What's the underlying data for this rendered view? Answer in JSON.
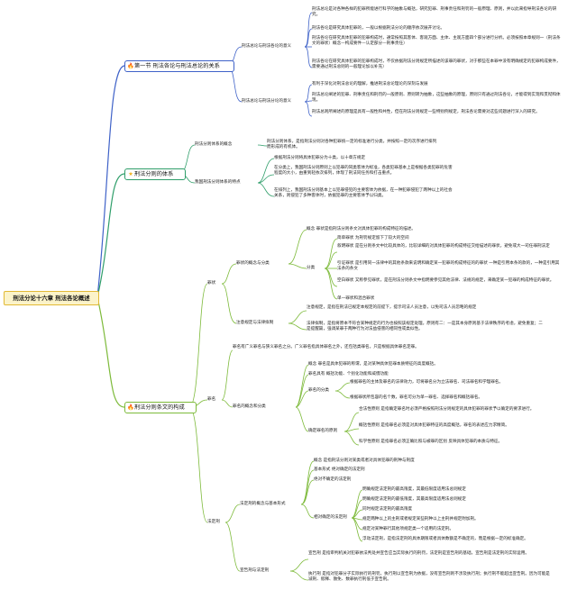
{
  "root": "刑法分论十六章 刑法各论概述",
  "icons": {
    "s1": "fire-icon",
    "s2": "star-icon",
    "s3": "fire-icon"
  },
  "colors": {
    "s1": "#3f62c8",
    "s2": "#2f9e6a",
    "s3": "#7dba3a",
    "root_bg": "#fbf3c9",
    "root_border": "#e2b934"
  },
  "s1": {
    "title": "第一节 刑法各论与刑法总论的关系",
    "a": {
      "label": "刑法总论与刑法各论的意义",
      "items": [
        "刑法总论是对各种各样的犯罪所能进行科学的抽象与概括，研究犯罪、刑事责任和刑罚的一般原理、原则，并以此来指导刑法各论的研究。",
        "刑法各论是研究具体犯罪的，一般以根据刑法分论的顺序依次展开讨论。",
        "刑法各论在研究具体犯罪的犯罪构成时，通常按照其客体、客观方面、主体、主观方面四个部分进行分析。必须按照本章规则一（刑法条文的罪状）概念—构成要件—认定部分—刑事责任）",
        "刑法各论在研究具体犯罪的犯罪构成时，不仅依据刑法分则规定所描述的该罪的罪状，对于那些在本罪中没有明确规定的犯罪构成要件，需要通过刑法总则的一般理论加以补充）"
      ]
    },
    "b": {
      "label": "刑法总论与刑法分论的意义",
      "items": [
        "有利于深化对刑法总论的理解，推进刑法总论理论的深刻与发展",
        "刑法总论阐述的犯罪、刑事责任和刑罚的一般原则、原则转为抽象，这些抽象的原理，原则只有通过刑法各论，才能得到实现和贯彻和体现。",
        "刑法总则所阐述的原理是具有一般性和共性，但在刑法分则规定一些特别例规定，刑法各论需要对这些问题进行深入的研究。"
      ]
    }
  },
  "s2": {
    "title": "刑法分则的体系",
    "a": {
      "label": "刑法分则体系的概念",
      "text": "刑法分则体系，是指刑法分则对各种犯罪统一定的标准进行分类，并按照一定的次序进行排列而形成的有机体。"
    },
    "b": {
      "label": "我国刑法分则体系的特点",
      "items": [
        "根据刑法分则将具体犯罪分为十类，以十章方规定",
        "在分类上，我国刑法分则原则上以犯罪的同类客体为标准，各类犯罪基本上是根据各类犯罪的危害程度的大小，由重到轻依次排列，体现了刑法同任务和打击重点。",
        "在排列上，我国刑法分则基本上以犯罪侵犯的主要客体为依据，在一种犯罪侵犯了两种以上的社会关系，则侵犯了多种客体时，依据犯罪的主要客体予以归类。"
      ]
    }
  },
  "s3": {
    "title": "刑法分则条文的构成",
    "a": {
      "label": "罪状",
      "c1": {
        "label": "罪状的概念与分类",
        "concept": "概念 罪状是指刑法分则条文对具体犯罪的构成特征的描述。",
        "fenlei": "分类",
        "items": [
          "简单罪状 为刑罚规定留下了较大的空间",
          "叙明罪状 是在分则条文中比较具体的，比较详细的对具体犯罪的构成特征交给描述的罪状，避免或大一司任罪刑法定",
          "引证罪状 是引用同一法律中的其他条款来说明和确定某一犯罪的构成特征的的罪状 一种是引用本条的款的，一种是引用其法条的条文",
          "空白罪状 又称参见罪状，是在刑法分则条文中指明要参见其他法律、法规的规定，来确定某一犯罪的构成特征的罪状。",
          "单一罪状和混合罪状"
        ]
      },
      "c2": {
        "label": "注意规定与法律拟制",
        "items": [
          "注意规定，是指在刑法已规定本规定的前提下，提示司法人员注意，以免司法人员忽略的规定",
          "法律拟制，是指将原本不符合某种规定的行为也按照该规定处理。原则有二：一是其本身原则基于法律秩序的考虑，避免重复；二是提醒篇，强调某罪于两种行为对法益侵害的相同性或类似性。"
        ]
      }
    },
    "b": {
      "label": "罪名",
      "intro": "罪名有广义罪名与狭义罪名之分。广义罪名指具体罪名之外，还包括类罪名。只是根据具体罪名定罪。",
      "c1": {
        "label": "罪名的概念和分类",
        "concept": "概念 罪名是具体犯罪的称谓，是对某种具体犯罪本质特征的高度概括。",
        "func": "罪名具有 概括功能、个别化功能和威慑功能",
        "fenlei": "罪名的分类",
        "fenlei_items": [
          "根据罪名的主体及罪名的法律效力，可将罪名分为立法罪名、司法罪名和学理罪名。",
          "根据罪状所包容的名个数，罪名可分为单一罪名、选择罪名和概括罪名。"
        ],
        "yuanze": "确定罪名的原则",
        "yuanze_items": [
          "合法性原则 是指确定罪名时必须严格按照刑法分则规定的具体犯罪的罪状予以确定的要求进行。",
          "概括性原则 是指罪名必须是对具体犯罪特征的高度概括，罪名的表述应力求精简。",
          "科学性原则 是指罪名必须正确比照与被罪的区别 反映具体犯罪的本质与特征。"
        ]
      }
    },
    "c": {
      "label": "法定刑",
      "c1": {
        "label": "法定刑的概念与基本形式",
        "concept": "概念 是指刑法分则对某类或者对具体犯罪的刑种与刑度",
        "items": [
          "基本形式 绝对确定的法定刑",
          "绝对不确定的法定刑"
        ],
        "rel": "相对确定的法定刑",
        "rel_items": [
          "明确规定法定刑的最高限度，其最低限度适用法总则规定",
          "明确规定法定刑的最低限度，其最高限度适用法总则规定",
          "同时规定法定刑的最高限度",
          "规定两种以上的主刑或者规定某些刑种以上主刑并规定附加刑。",
          "规定对某种罪行其他项规定类一个适用的法定刑。",
          "浮动法定刑，是指法定刑的具体期限或者具体数额是不确定的，而是根据一定的标准确定。"
        ]
      },
      "c2": {
        "label": "宣告刑与法定刑",
        "items": [
          "宣告刑 是指审判机关对犯罪依法判处并宣告应当实际执行的刑罚，法定刑是宣告刑的基础，宣告刑是法定刑的实际运用。",
          "执行刑 是指对犯罪分子实际执行的刑罚，执行刑以宣告刑为依据，没有宣告刑则不涉及执行刑；执行刑不能超出宣告刑。因为可能是减刑、假释、赦免、数罪执行刑低于宣告刑。"
        ]
      }
    }
  }
}
